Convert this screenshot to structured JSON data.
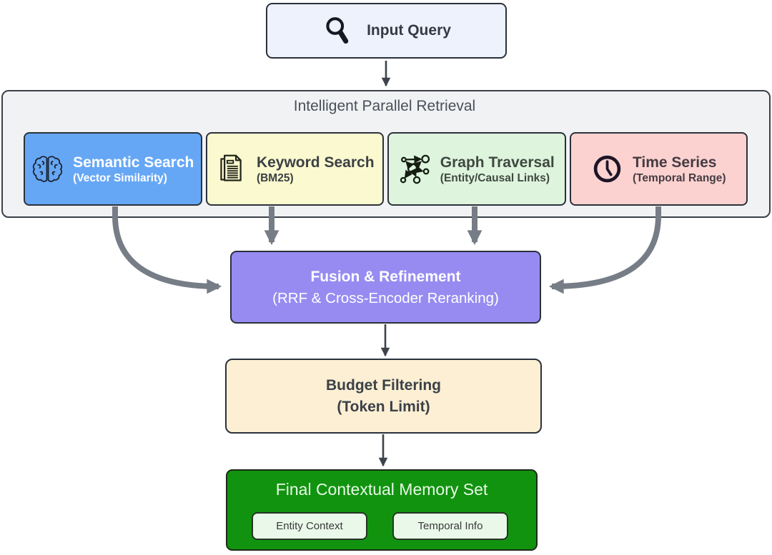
{
  "colors": {
    "canvas_bg": "#ffffff",
    "thin_arrow": "#3d434b",
    "thick_arrow": "#767d86",
    "input_box_bg": "#edf2fc",
    "container_bg": "#f0f2f4",
    "fusion_bg": "#978bf2",
    "budget_bg": "#fcefd3",
    "final_bg": "#11930f",
    "chip_bg": "#e9f8e9"
  },
  "input_query": {
    "label": "Input Query",
    "icon": "magnifier-icon"
  },
  "pipeline": {
    "title": "Intelligent Parallel Retrieval",
    "methods": [
      {
        "title": "Semantic Search",
        "subtitle": "(Vector Similarity)",
        "icon": "brain-icon",
        "colors": {
          "bg": "#66a7f5",
          "fg": "#ffffff"
        }
      },
      {
        "title": "Keyword Search",
        "subtitle": "(BM25)",
        "icon": "documents-icon",
        "colors": {
          "bg": "#fbf9cf",
          "fg": "#3b4045"
        }
      },
      {
        "title": "Graph Traversal",
        "subtitle": "(Entity/Causal Links)",
        "icon": "graph-icon",
        "colors": {
          "bg": "#def4dd",
          "fg": "#3f4840"
        }
      },
      {
        "title": "Time Series",
        "subtitle": "(Temporal Range)",
        "icon": "clock-icon",
        "colors": {
          "bg": "#fbd2d0",
          "fg": "#453b42"
        }
      }
    ]
  },
  "fusion": {
    "title": "Fusion & Refinement",
    "subtitle": "(RRF & Cross-Encoder Reranking)",
    "text_color": "#ffffff"
  },
  "budget": {
    "title": "Budget Filtering",
    "subtitle": "(Token Limit)",
    "text_color": "#3b4148"
  },
  "final": {
    "title": "Final Contextual Memory Set",
    "title_color": "#e8f8e6",
    "chip_text_color": "#393939",
    "chips": [
      {
        "label": "Entity Context"
      },
      {
        "label": "Temporal Info"
      }
    ]
  }
}
